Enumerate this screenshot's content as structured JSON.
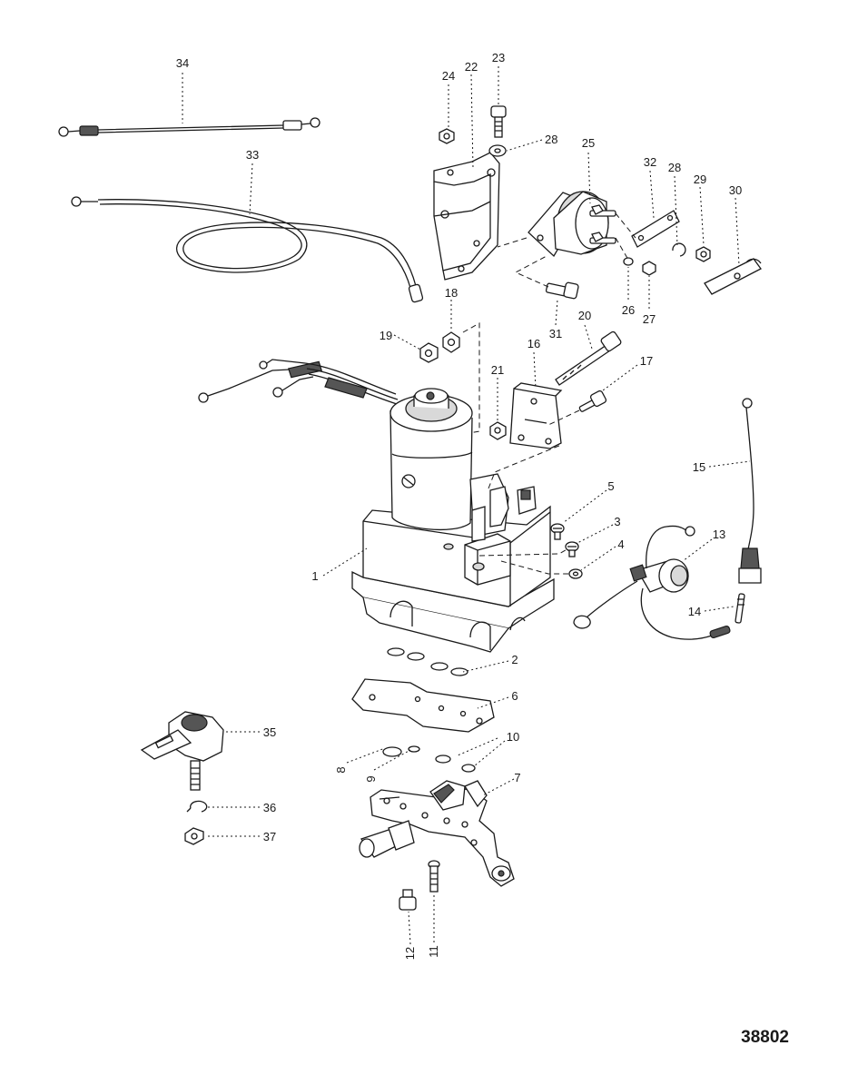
{
  "callouts": {
    "c1": "1",
    "c2": "2",
    "c3": "3",
    "c4": "4",
    "c5": "5",
    "c6": "6",
    "c7": "7",
    "c8": "8",
    "c9": "9",
    "c10": "10",
    "c11": "11",
    "c12": "12",
    "c13": "13",
    "c14": "14",
    "c15": "15",
    "c16": "16",
    "c17": "17",
    "c18": "18",
    "c19": "19",
    "c20": "20",
    "c21": "21",
    "c22": "22",
    "c23": "23",
    "c24": "24",
    "c25": "25",
    "c26": "26",
    "c27": "27",
    "c28a": "28",
    "c28b": "28",
    "c29": "29",
    "c30": "30",
    "c31": "31",
    "c32": "32",
    "c33": "33",
    "c34": "34",
    "c35": "35",
    "c36": "36",
    "c37": "37"
  },
  "drawing_number": "38802"
}
